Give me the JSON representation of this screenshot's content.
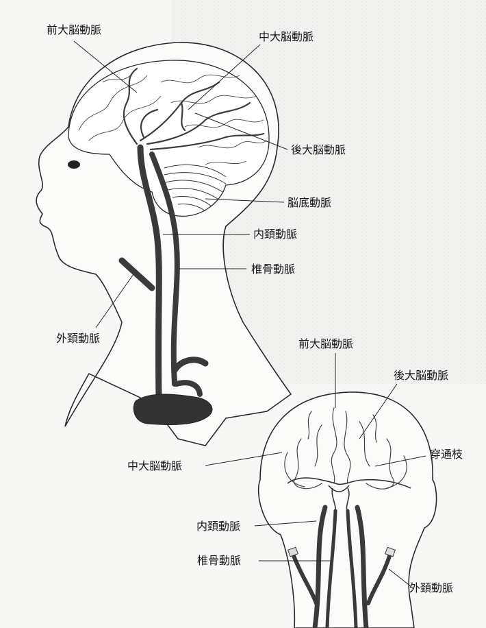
{
  "side_view": {
    "labels": {
      "anterior_cerebral_artery": "前大脳動脈",
      "middle_cerebral_artery": "中大脳動脈",
      "posterior_cerebral_artery": "後大脳動脈",
      "basilar_artery": "脳底動脈",
      "internal_carotid_artery": "内頚動脈",
      "vertebral_artery": "椎骨動脈",
      "external_carotid_artery": "外頚動脈"
    }
  },
  "front_view": {
    "labels": {
      "anterior_cerebral_artery": "前大脳動脈",
      "posterior_cerebral_artery": "後大脳動脈",
      "perforating_branches": "穿通枝",
      "middle_cerebral_artery": "中大脳動脈",
      "internal_carotid_artery": "内頚動脈",
      "vertebral_artery": "椎骨動脈",
      "external_carotid_artery": "外頚動脈"
    }
  },
  "colors": {
    "artery": "#3c3c3c",
    "outline": "#2a2a2a",
    "background": "#f6f6f4"
  }
}
